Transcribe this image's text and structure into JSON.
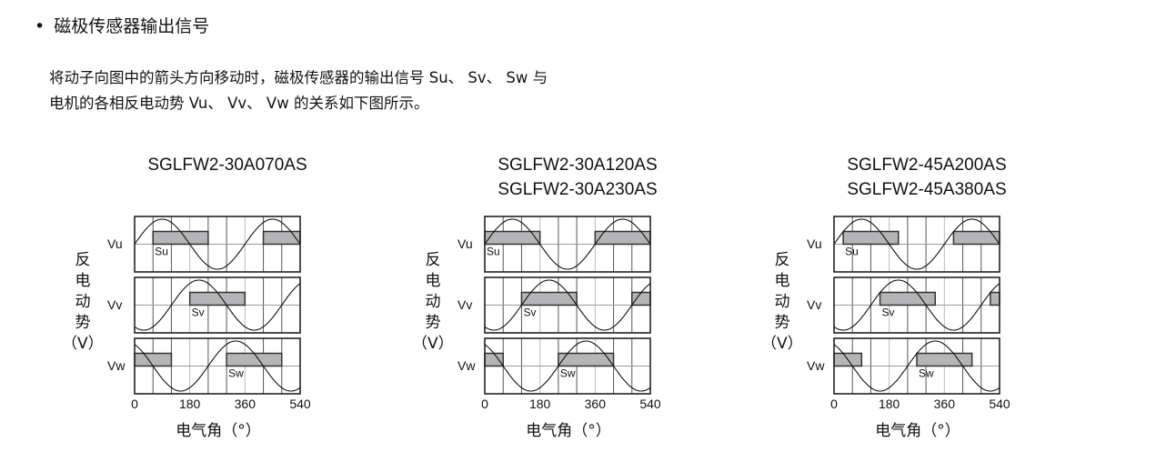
{
  "heading": {
    "bullet": "•",
    "text": "磁极传感器输出信号"
  },
  "paragraph": {
    "line1": "将动子向图中的箭头方向移动时，磁极传感器的输出信号 Su、 Sv、 Sw 与",
    "line2": "电机的各相反电动势 Vu、 Vv、 Vw 的关系如下图所示。"
  },
  "common": {
    "ylabel": [
      "反",
      "电",
      "动",
      "势",
      "（V）"
    ],
    "xlabel": "电气角（°）",
    "row_labels": [
      "Vu",
      "Vv",
      "Vw"
    ],
    "signal_labels": [
      "Su",
      "Sv",
      "Sw"
    ],
    "ticks": [
      "0",
      "180",
      "360",
      "540"
    ]
  },
  "chart_data": [
    {
      "type": "line",
      "titles": [
        "SGLFW2-30A070AS"
      ],
      "xlim": [
        0,
        540
      ],
      "grid_step": 60,
      "series": [
        {
          "name": "Vu",
          "phase": 0,
          "signal": "Su",
          "high": [
            [
              60,
              240
            ],
            [
              420,
              540
            ]
          ]
        },
        {
          "name": "Vv",
          "phase": 120,
          "signal": "Sv",
          "high": [
            [
              180,
              360
            ]
          ]
        },
        {
          "name": "Vw",
          "phase": 240,
          "signal": "Sw",
          "high": [
            [
              0,
              120
            ],
            [
              300,
              480
            ]
          ]
        }
      ]
    },
    {
      "type": "line",
      "titles": [
        "SGLFW2-30A120AS",
        "SGLFW2-30A230AS"
      ],
      "xlim": [
        0,
        540
      ],
      "grid_step": 60,
      "series": [
        {
          "name": "Vu",
          "phase": 0,
          "signal": "Su",
          "high": [
            [
              0,
              180
            ],
            [
              360,
              540
            ]
          ]
        },
        {
          "name": "Vv",
          "phase": 120,
          "signal": "Sv",
          "high": [
            [
              120,
              300
            ],
            [
              480,
              540
            ]
          ]
        },
        {
          "name": "Vw",
          "phase": 240,
          "signal": "Sw",
          "high": [
            [
              0,
              60
            ],
            [
              240,
              420
            ]
          ]
        }
      ]
    },
    {
      "type": "line",
      "titles": [
        "SGLFW2-45A200AS",
        "SGLFW2-45A380AS"
      ],
      "xlim": [
        0,
        540
      ],
      "grid_step": 60,
      "series": [
        {
          "name": "Vu",
          "phase": 0,
          "signal": "Su",
          "high": [
            [
              30,
              210
            ],
            [
              390,
              540
            ]
          ]
        },
        {
          "name": "Vv",
          "phase": 120,
          "signal": "Sv",
          "high": [
            [
              150,
              330
            ],
            [
              510,
              540
            ]
          ]
        },
        {
          "name": "Vw",
          "phase": 240,
          "signal": "Sw",
          "high": [
            [
              0,
              90
            ],
            [
              270,
              450
            ]
          ]
        }
      ]
    }
  ]
}
